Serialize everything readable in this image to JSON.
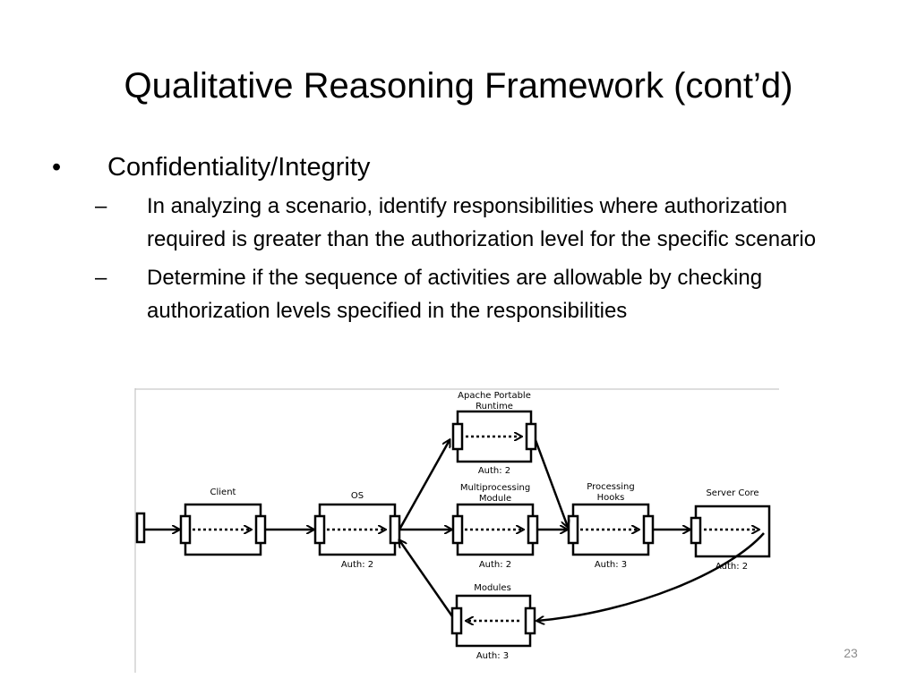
{
  "slide": {
    "title": "Qualitative Reasoning Framework (cont’d)",
    "bullet_marker": "•",
    "sub_marker": "–",
    "bullet": "Confidentiality/Integrity",
    "subs": [
      "In analyzing a scenario, identify responsibilities where authorization required is greater than the authorization level for the specific scenario",
      "Determine if the sequence of activities are allowable by checking authorization levels specified in the responsibilities"
    ],
    "page_number": "23"
  },
  "diagram": {
    "components": {
      "client": {
        "name": "Client"
      },
      "os": {
        "name": "OS",
        "auth": "Auth: 2"
      },
      "apr": {
        "name_line1": "Apache Portable",
        "name_line2": "Runtime",
        "auth": "Auth: 2"
      },
      "mpm": {
        "name_line1": "Multiprocessing",
        "name_line2": "Module",
        "auth": "Auth: 2"
      },
      "hooks": {
        "name_line1": "Processing",
        "name_line2": "Hooks",
        "auth": "Auth: 3"
      },
      "server": {
        "name": "Server Core",
        "auth": "Auth: 2"
      },
      "modules": {
        "name": "Modules",
        "auth": "Auth: 3"
      }
    }
  }
}
